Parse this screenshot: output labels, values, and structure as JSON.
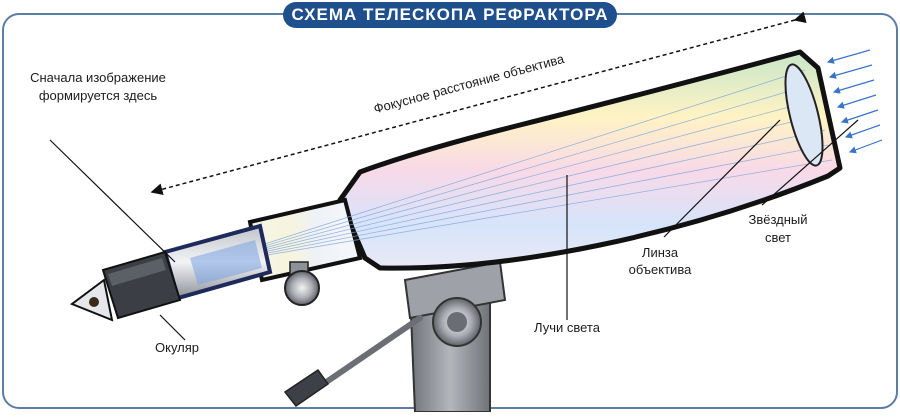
{
  "title": "СХЕМА ТЕЛЕСКОПА РЕФРАКТОРА",
  "labels": {
    "first_image_line1": "Сначала изображение",
    "first_image_line2": "формируется здесь",
    "focal_length": "Фокусное расстояние объектива",
    "eyepiece": "Окуляр",
    "light_rays": "Лучи света",
    "objective_lens_line1": "Линза",
    "objective_lens_line2": "объектива",
    "starlight_line1": "Звёздный",
    "starlight_line2": "свет"
  },
  "colors": {
    "frame": "#5b7da6",
    "title_bg": "#1f4f8c",
    "tube_outline": "#111111",
    "eyepiece_tube": "#1e2a5a",
    "mount": "#8c8f94",
    "starlight": "#3a74c8"
  }
}
